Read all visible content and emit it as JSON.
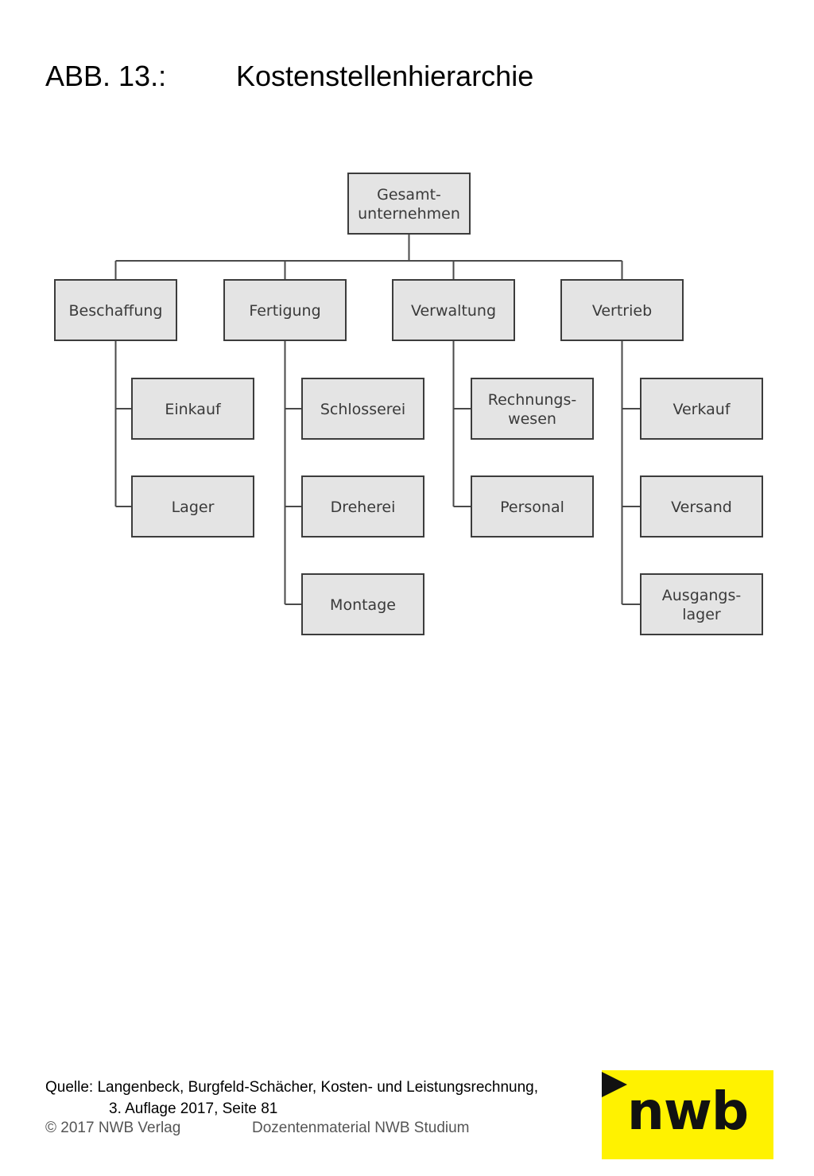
{
  "figure": {
    "label": "ABB. 13.:",
    "title": "Kostenstellenhierarchie"
  },
  "chart": {
    "root": [
      "Gesamt-",
      "unternehmen"
    ],
    "departments": [
      {
        "name": [
          "Beschaffung"
        ],
        "children": [
          [
            "Einkauf"
          ],
          [
            "Lager"
          ]
        ]
      },
      {
        "name": [
          "Fertigung"
        ],
        "children": [
          [
            "Schlosserei"
          ],
          [
            "Dreherei"
          ],
          [
            "Montage"
          ]
        ]
      },
      {
        "name": [
          "Verwaltung"
        ],
        "children": [
          [
            "Rechnungs-",
            "wesen"
          ],
          [
            "Personal"
          ]
        ]
      },
      {
        "name": [
          "Vertrieb"
        ],
        "children": [
          [
            "Verkauf"
          ],
          [
            "Versand"
          ],
          [
            "Ausgangs-",
            "lager"
          ]
        ]
      }
    ]
  },
  "footer": {
    "source_line1": "Quelle: Langenbeck, Burgfeld-Schächer, Kosten- und Leistungsrechnung,",
    "source_line2": "3. Auflage 2017, Seite 81",
    "copyright": "© 2017 NWB Verlag",
    "material": "Dozentenmaterial NWB Studium"
  },
  "logo": {
    "text": "nwb",
    "color": "#fff200"
  }
}
